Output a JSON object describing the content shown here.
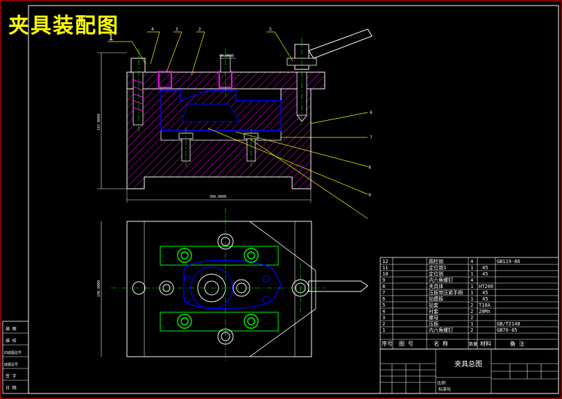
{
  "title": "夹具装配图",
  "dims": {
    "top_width": "40.0000",
    "height": "147.0000",
    "base_width": "300.0000",
    "plan_height": "190.0000"
  },
  "balloons": [
    "1",
    "4",
    "3",
    "2",
    "5",
    "6",
    "7",
    "8",
    "9"
  ],
  "bom": {
    "header": [
      "序号",
      "图 号",
      "名 称",
      "数量",
      "材料",
      "备 注"
    ],
    "rows": [
      {
        "no": "12",
        "name": "圆柱销",
        "qty": "4",
        "mat": "",
        "note": "GB119-86"
      },
      {
        "no": "11",
        "name": "定位销1",
        "qty": "1",
        "mat": "45",
        "note": ""
      },
      {
        "no": "10",
        "name": "定位销",
        "qty": "1",
        "mat": "45",
        "note": ""
      },
      {
        "no": "9",
        "name": "内六角螺钉",
        "qty": "4",
        "mat": "",
        "note": ""
      },
      {
        "no": "8",
        "name": "夹具体",
        "qty": "1",
        "mat": "HT200",
        "note": ""
      },
      {
        "no": "7",
        "name": "压板带压紧手柄",
        "qty": "1",
        "mat": "45",
        "note": ""
      },
      {
        "no": "6",
        "name": "钻模板",
        "qty": "1",
        "mat": "45",
        "note": ""
      },
      {
        "no": "5",
        "name": "钻套",
        "qty": "2",
        "mat": "T10A",
        "note": ""
      },
      {
        "no": "4",
        "name": "衬套",
        "qty": "2",
        "mat": "20Mn",
        "note": ""
      },
      {
        "no": "3",
        "name": "螺母",
        "qty": "2",
        "mat": "",
        "note": ""
      },
      {
        "no": "2",
        "name": "压板",
        "qty": "1",
        "mat": "",
        "note": "GB/T2148"
      },
      {
        "no": "1",
        "name": "内六角螺钉",
        "qty": "2",
        "mat": "",
        "note": "GB70-85"
      }
    ]
  },
  "titleblock": {
    "drawing_name": "夹具总图",
    "scale_label": "比例",
    "sheet_label": "标准化"
  },
  "left_strip": [
    "描 图",
    "描 校",
    "旧底图总号",
    "底图总号",
    "签 字",
    "日 期"
  ],
  "colors": {
    "hatch": "#ff00ff",
    "outline": "#ffffff",
    "center": "#00ff00",
    "blue": "#0000ff",
    "dim": "#ffff00",
    "leader": "#ffff00",
    "border": "#ff0000"
  }
}
